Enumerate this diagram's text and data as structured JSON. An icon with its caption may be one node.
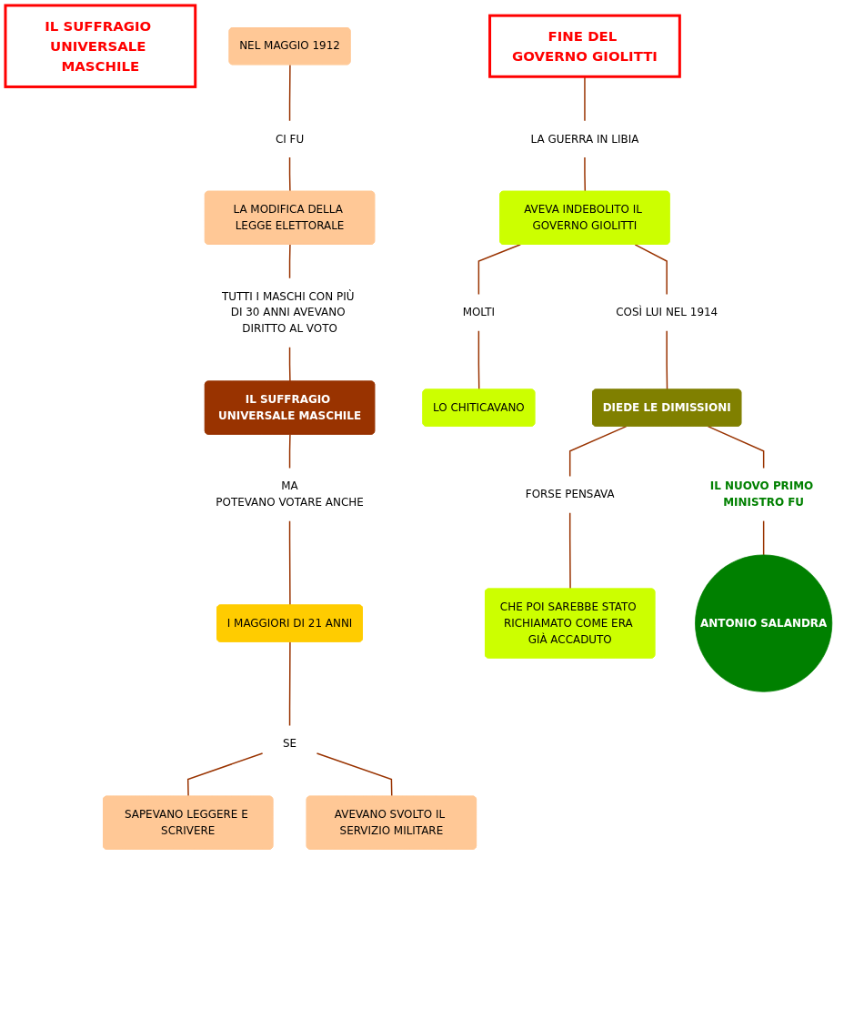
{
  "diagram": {
    "nodes": [
      {
        "text": [
          "IL SUFFRAGIO UNIVERSALE MASCHILE"
        ]
      },
      {
        "text": [
          "NEL MAGGIO 1912"
        ]
      },
      {
        "text": [
          "CI FU"
        ]
      },
      {
        "text": [
          "LA MODIFICA DELLA LEGGE ELETTORALE"
        ]
      },
      {
        "text": [
          "TUTTI I MASCHI CON PIÙ DI 30 ANNI AVEVANO DIRITTO AL VOTO"
        ]
      },
      {
        "text": [
          "IL SUFFRAGIO UNIVERSALE MASCHILE"
        ]
      },
      {
        "text": [
          "MA",
          "POTEVANO VOTARE ANCHE"
        ]
      },
      {
        "text": [
          "I MAGGIORI DI 21 ANNI"
        ]
      },
      {
        "text": [
          "SE"
        ]
      },
      {
        "text": [
          "SAPEVANO LEGGERE E SCRIVERE"
        ]
      },
      {
        "text": [
          "AVEVANO SVOLTO IL SERVIZIO MILITARE"
        ]
      },
      {
        "text": [
          "FINE DEL GOVERNO GIOLITTI"
        ]
      },
      {
        "text": [
          "LA GUERRA IN LIBIA"
        ]
      },
      {
        "text": [
          "AVEVA INDEBOLITO IL GOVERNO GIOLITTI"
        ]
      },
      {
        "text": [
          "MOLTI"
        ]
      },
      {
        "text": [
          "COSÌ LUI NEL 1914"
        ]
      },
      {
        "text": [
          "LO CHITICAVANO"
        ]
      },
      {
        "text": [
          "DIEDE LE DIMISSIONI"
        ]
      },
      {
        "text": [
          "FORSE PENSAVA"
        ]
      },
      {
        "text": [
          "IL NUOVO PRIMO MINISTRO FU"
        ]
      },
      {
        "text": [
          "CHE POI SAREBBE STATO RICHIAMATO COME ERA GIÀ ACCADUTO"
        ]
      },
      {
        "text": [
          "ANTONIO SALANDRA"
        ]
      }
    ],
    "edges": [
      {
        "from": 1,
        "to": 2,
        "arrow": "none"
      },
      {
        "from": 2,
        "to": 3,
        "arrow": "none"
      },
      {
        "from": 3,
        "to": 4,
        "arrow": "none"
      },
      {
        "from": 4,
        "to": 5,
        "arrow": "none"
      },
      {
        "from": 5,
        "to": 6,
        "arrow": "none"
      },
      {
        "from": 6,
        "to": 7,
        "arrow": "none"
      },
      {
        "from": 7,
        "to": 8,
        "arrow": "none"
      },
      {
        "from": 8,
        "to": 9,
        "arrow": "none"
      },
      {
        "from": 8,
        "to": 10,
        "arrow": "none"
      },
      {
        "from": 11,
        "to": 12,
        "arrow": "none"
      },
      {
        "from": 12,
        "to": 13,
        "arrow": "none"
      },
      {
        "from": 13,
        "to": 14,
        "arrow": "none"
      },
      {
        "from": 13,
        "to": 15,
        "arrow": "none"
      },
      {
        "from": 14,
        "to": 16,
        "arrow": "none"
      },
      {
        "from": 15,
        "to": 17,
        "arrow": "none"
      },
      {
        "from": 17,
        "to": 18,
        "arrow": "none"
      },
      {
        "from": 17,
        "to": 19,
        "arrow": "none"
      },
      {
        "from": 18,
        "to": 20,
        "arrow": "none"
      },
      {
        "from": 19,
        "to": 21,
        "arrow": "none"
      }
    ]
  }
}
